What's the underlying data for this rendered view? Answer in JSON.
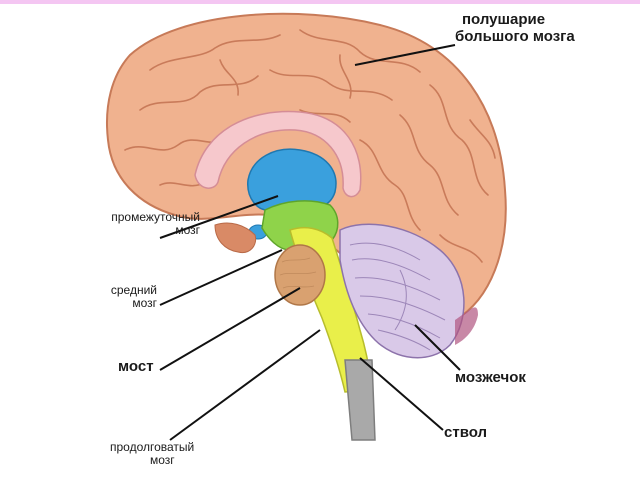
{
  "labels": {
    "hemisphere_line1": "полушарие",
    "hemisphere_line2": "большого мозга",
    "diencephalon_line1": "промежуточный",
    "diencephalon_line2": "мозг",
    "midbrain_line1": "средний",
    "midbrain_line2": "мозг",
    "pons": "мост",
    "medulla_line1": "продолговатый",
    "medulla_line2": "мозг",
    "cerebellum": "мозжечок",
    "brainstem": "ствол"
  },
  "colors": {
    "cortex": "#f0b28f",
    "cortex_dark": "#d98a66",
    "corpus_callosum": "#f6c8cc",
    "ventricle": "#3aa0dd",
    "diencephalon": "#8fd34a",
    "brainstem": "#e9ef4a",
    "cerebellum": "#d9c9e8",
    "pons": "#d9a170",
    "spinal": "#a9a9a9",
    "top_border": "#f4c6f2"
  }
}
